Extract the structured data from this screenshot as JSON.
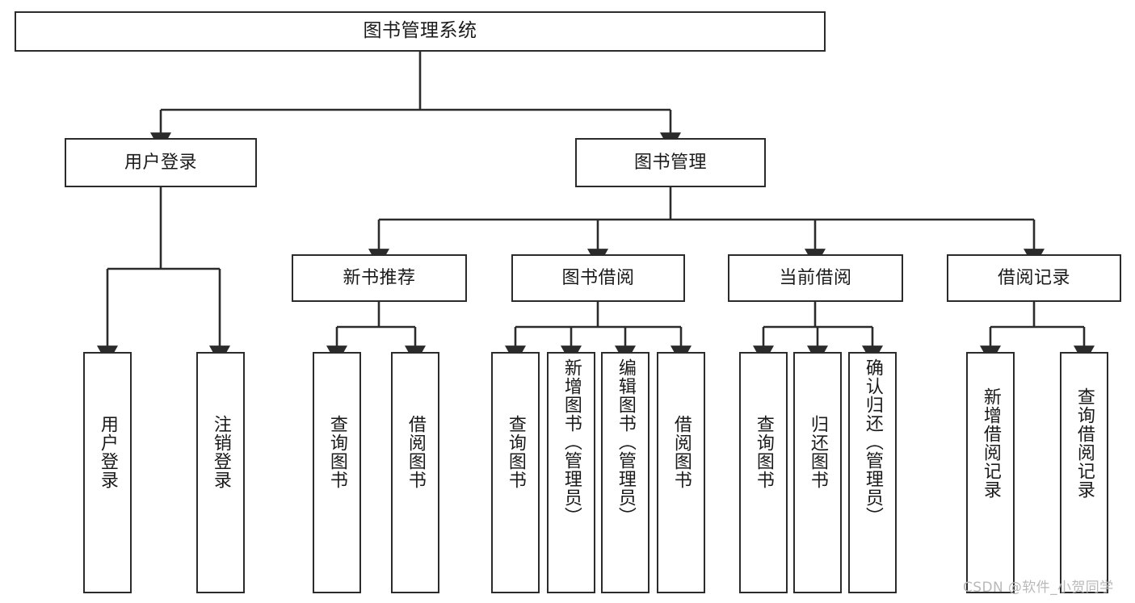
{
  "diagram": {
    "title": "图书管理系统",
    "type": "tree-hierarchy-chart",
    "colors": {
      "box_border": "#2b2b2b",
      "box_fill": "#ffffff",
      "connector": "#2b2b2b",
      "text": "#1a1a1a",
      "watermark": "#b9b9b9",
      "background": "#ffffff"
    },
    "root": {
      "label": "图书管理系统"
    },
    "level2": [
      {
        "id": "user-login",
        "label": "用户登录"
      },
      {
        "id": "book-manage",
        "label": "图书管理"
      }
    ],
    "level3": [
      {
        "id": "new-book-recommend",
        "label": "新书推荐"
      },
      {
        "id": "book-borrow",
        "label": "图书借阅"
      },
      {
        "id": "current-borrow",
        "label": "当前借阅"
      },
      {
        "id": "borrow-record",
        "label": "借阅记录"
      }
    ],
    "leaves": {
      "user_login": [
        {
          "id": "leaf-user-login",
          "label": "用户登录"
        },
        {
          "id": "leaf-logout-login",
          "label": "注销登录"
        }
      ],
      "new_book_recommend": [
        {
          "id": "leaf-query-book-1",
          "label": "查询图书"
        },
        {
          "id": "leaf-borrow-book-1",
          "label": "借阅图书"
        }
      ],
      "book_borrow": [
        {
          "id": "leaf-query-book-2",
          "label": "查询图书"
        },
        {
          "id": "leaf-add-book",
          "label": "新增图书（管理员）"
        },
        {
          "id": "leaf-edit-book",
          "label": "编辑图书（管理员）"
        },
        {
          "id": "leaf-borrow-book-2",
          "label": "借阅图书"
        }
      ],
      "current_borrow": [
        {
          "id": "leaf-query-book-3",
          "label": "查询图书"
        },
        {
          "id": "leaf-return-book",
          "label": "归还图书"
        },
        {
          "id": "leaf-confirm-return",
          "label": "确认归还（管理员）"
        }
      ],
      "borrow_record": [
        {
          "id": "leaf-add-record",
          "label": "新增借阅记录"
        },
        {
          "id": "leaf-query-record",
          "label": "查询借阅记录"
        }
      ]
    },
    "watermark": "CSDN @软件_小贺同学"
  }
}
